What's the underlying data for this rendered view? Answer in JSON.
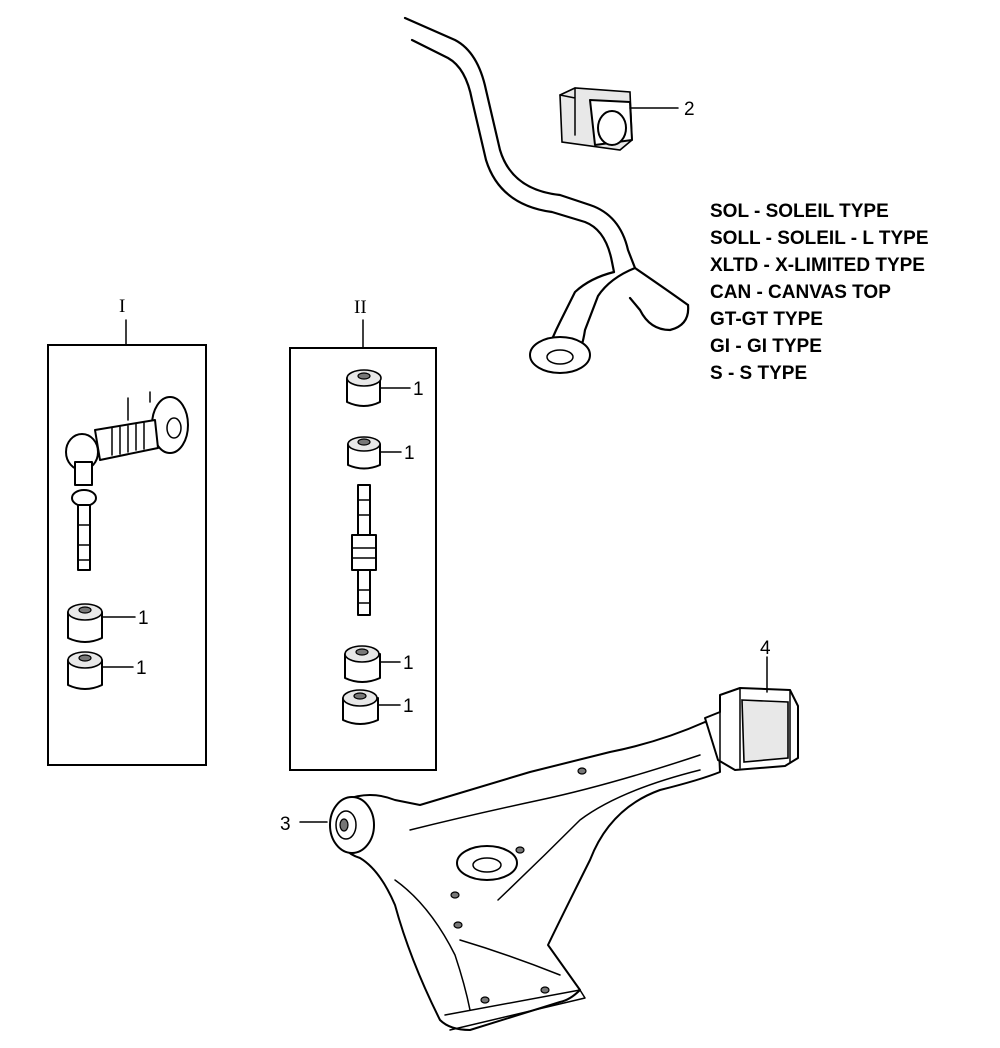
{
  "groups": {
    "group_1": "I",
    "group_2": "II"
  },
  "callouts": {
    "c1": "1",
    "c2": "2",
    "c3": "3",
    "c4": "4"
  },
  "legend": [
    "SOL - SOLEIL TYPE",
    "SOLL - SOLEIL - L TYPE",
    "XLTD - X-LIMITED TYPE",
    "CAN - CANVAS TOP",
    "GT-GT TYPE",
    "GI - GI TYPE",
    "S - S TYPE"
  ]
}
